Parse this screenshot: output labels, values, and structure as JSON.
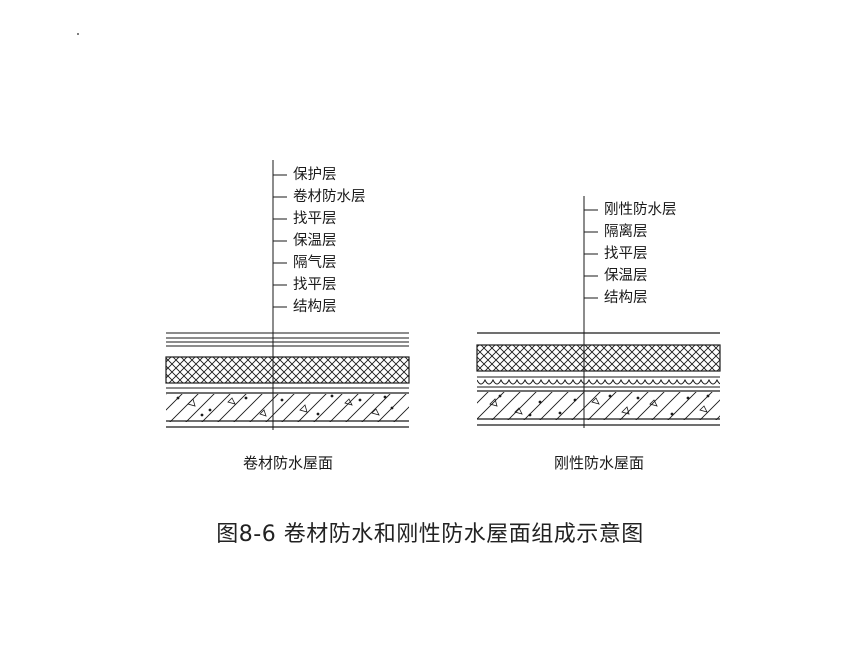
{
  "left_diagram": {
    "caption": "卷材防水屋面",
    "layers": [
      "保护层",
      "卷材防水层",
      "找平层",
      "保温层",
      "隔气层",
      "找平层",
      "结构层"
    ]
  },
  "right_diagram": {
    "caption": "刚性防水屋面",
    "layers": [
      "刚性防水层",
      "隔离层",
      "找平层",
      "保温层",
      "结构层"
    ]
  },
  "figure_title": "图8-6  卷材防水和刚性防水屋面组成示意图",
  "colors": {
    "line": "#1a1a1a",
    "text": "#1a1a1a",
    "background": "#ffffff"
  }
}
